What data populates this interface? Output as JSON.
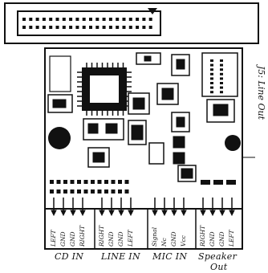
{
  "labels": {
    "cd_in": "CD IN",
    "line_in": "LINE IN",
    "mic_in": "MIC IN",
    "speaker_out": "Speaker",
    "speaker_out_2": "Out",
    "j5_line_out": "J5: Line Out"
  },
  "pin_groups": [
    {
      "name": "cd-in",
      "pins": [
        "LEFT",
        "GND",
        "GND",
        "RIGHT"
      ]
    },
    {
      "name": "line-in",
      "pins": [
        "RIGHT",
        "GND",
        "GND",
        "LEFT"
      ]
    },
    {
      "name": "mic-in",
      "pins": [
        "Signal",
        "Nc",
        "GND",
        "Vcc"
      ]
    },
    {
      "name": "speaker-out",
      "pins": [
        "RIGHT",
        "GND",
        "GND",
        "LEFT"
      ]
    }
  ],
  "colors": {
    "board": "#ffffff",
    "ink": "#111111"
  }
}
